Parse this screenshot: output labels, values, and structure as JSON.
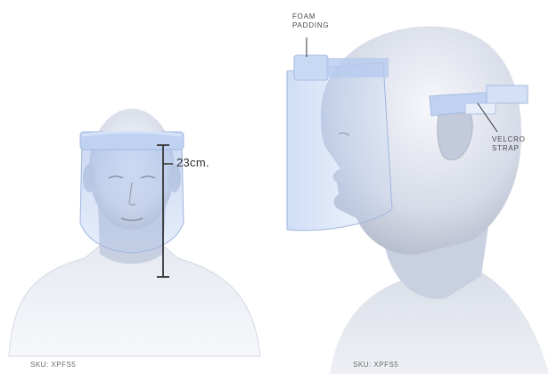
{
  "left_view": {
    "dimension_label": "23cm.",
    "sku": "SKU: XPFS5"
  },
  "right_view": {
    "callouts": {
      "foam_line1": "FOAM",
      "foam_line2": "PADDING",
      "velcro_line1": "VELCRO",
      "velcro_line2": "STRAP"
    },
    "sku": "SKU: XPFS5"
  },
  "colors": {
    "skin_light": "#eef1f7",
    "skin_mid": "#cfd5e2",
    "skin_shadow": "#aeb5c6",
    "shield_blue": "#a9c3ee",
    "foam": "#c4d6f3",
    "line": "#333333"
  }
}
